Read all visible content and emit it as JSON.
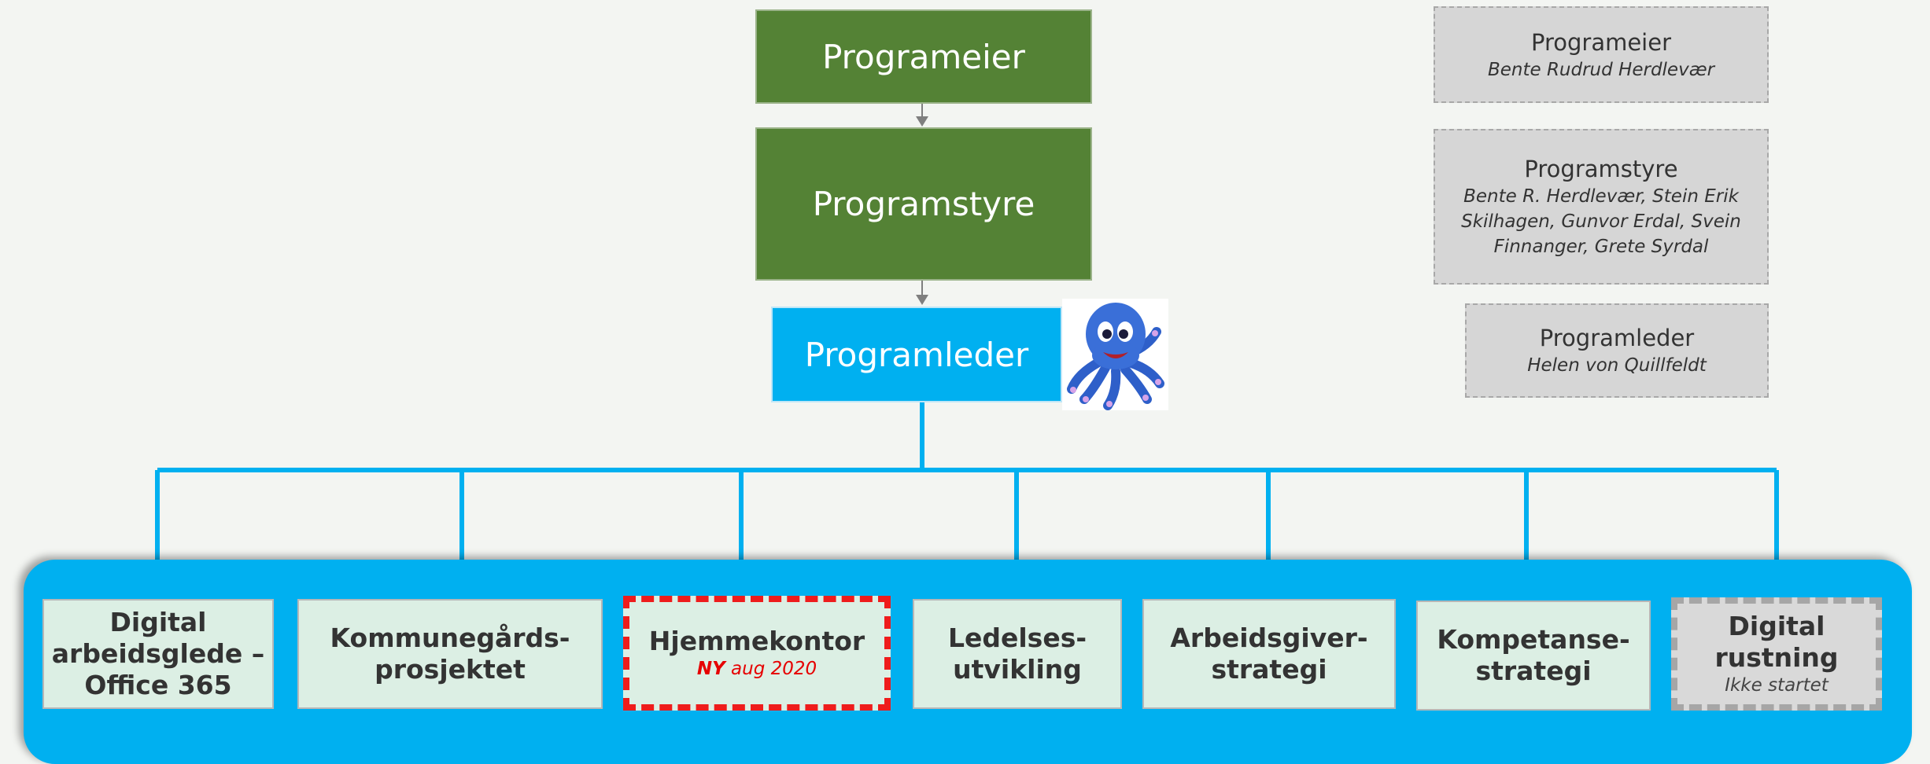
{
  "top": {
    "owner": "Programeier",
    "board": "Programstyre",
    "leader": "Programleder"
  },
  "info": {
    "owner_title": "Programeier",
    "owner_name": "Bente Rudrud Herdlevær",
    "board_title": "Programstyre",
    "board_names_line1": "Bente R. Herdlevær, Stein Erik",
    "board_names_line2": "Skilhagen, Gunvor Erdal, Svein",
    "board_names_line3": "Finnanger, Grete Syrdal",
    "leader_title": "Programleder",
    "leader_name": "Helen von Quillfeldt"
  },
  "projects": {
    "p1_line1": "Digital",
    "p1_line2": "arbeidsglede –",
    "p1_line3": "Office 365",
    "p2_line1": "Kommunegårds-",
    "p2_line2": "prosjektet",
    "p3_title": "Hjemmekontor",
    "p3_new": "NY",
    "p3_date": "aug 2020",
    "p4_line1": "Ledelses-",
    "p4_line2": "utvikling",
    "p5_line1": "Arbeidsgiver-",
    "p5_line2": "strategi",
    "p6_line1": "Kompetanse-",
    "p6_line2": "strategi",
    "p7_line1": "Digital",
    "p7_line2": "rustning",
    "p7_status": "Ikke startet"
  },
  "colors": {
    "green": "#548235",
    "blue": "#00b0f0",
    "project_fill": "#dcefe4",
    "info_fill": "#d6d6d6",
    "new_red": "#e60000"
  }
}
